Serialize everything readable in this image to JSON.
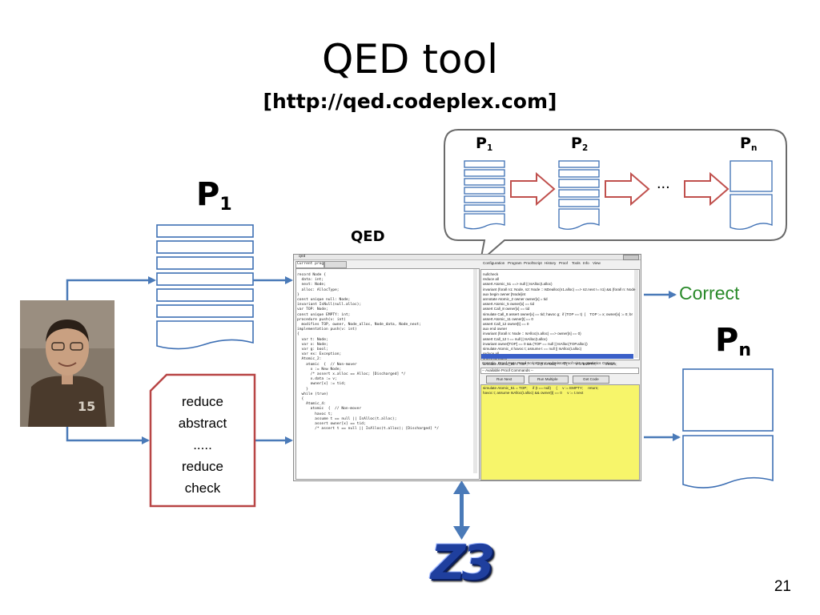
{
  "slide": {
    "title": "QED tool",
    "url": "[http://qed.codeplex.com]",
    "page_number": "21"
  },
  "diagram": {
    "p1_big": {
      "base": "P",
      "sub": "1"
    },
    "pn_big": {
      "base": "P",
      "sub": "n"
    },
    "qed_label": "QED",
    "correct_text": "Correct",
    "reduce_box_lines": [
      "reduce",
      "abstract",
      ".....",
      "reduce",
      "check"
    ],
    "bubble": {
      "labels": [
        {
          "base": "P",
          "sub": "1"
        },
        {
          "base": "P",
          "sub": "2"
        },
        {
          "base": "P",
          "sub": "n"
        }
      ],
      "ellipsis": "..."
    },
    "z3_logo": "Z3",
    "colors": {
      "doc_stroke": "#3d6fb4",
      "arrow_blue": "#4a7ab8",
      "arrow_red": "#c0504d",
      "box_red": "#b84545",
      "correct_green": "#2a8a2a",
      "yellow_panel": "#f7f56a"
    }
  },
  "qed_window": {
    "title": "qed",
    "tabs": [
      "Current program"
    ],
    "right_menu": [
      "Configuration",
      "Program",
      "ProofScript",
      "History",
      "Proof",
      "Tools",
      "Info",
      "View"
    ],
    "editor_lines": [
      "record Node {",
      "  data: int;",
      "  next: Node;",
      "  alloc: AllocType;",
      "}",
      "",
      "const unique null: Node;",
      "",
      "invariant IsNull(null.alloc);",
      "",
      "var TOP: Node;",
      "",
      "const unique EMPTY: int;",
      "",
      "procedure push(v: int)",
      "  modifies TOP, owner, Node_alloc, Node_data, Node_next;",
      "",
      "",
      "implementation push(v: int)",
      "{",
      "  var t: Node;",
      "  var x: Node;",
      "  var g: bool;",
      "  var ex: Exception;",
      "",
      "  Atomic_2:",
      "    atomic  {  // Non-mover",
      "      x := New Node;",
      "",
      "      /* assert x.alloc == Alloc; [Discharged] */",
      "      x.data := v;",
      "",
      "      owner[x] := tid;",
      "    }",
      "",
      "  while (true)",
      "  {",
      "    Atomic_4:",
      "      atomic  {  // Non-mover",
      "        havoc t;",
      "        assume t == null || IsAlloc(t.alloc);",
      "",
      "        assert owner[x] == tid;",
      "        /* assert t == null || IsAlloc(t.alloc); [Discharged] */"
    ],
    "proof_lines": [
      "nullcheck",
      "reduce all",
      "assert Atomic_51 ==> null || IsAlloc(t.alloc)",
      "invariant (forall n1: Node, n2: Node :: IsDealloc(n1.alloc) ==> n2.next != n1) && (forall n: Node",
      "aux begin owner [Node]int",
      "annotate Atomic_2 owner owner[x] = tid",
      "assert Atomic_5 owner[x] == tid",
      "assert Call_8 owner[x] == tid",
      "simulate Call_8 assert owner[x] == tid; havoc g;  if (TOP == t)  {    TOP := x; owner[x] := 0; br",
      "assert Atomic_11 owner[t] == 0",
      "assert Call_12 owner[t] == 0",
      "aux end owner",
      "invariant (forall n: Node :: IsAlloc(n.alloc) ==> owner[n] == 0)",
      "assert Call_12 t == null || IsAlloc(t.alloc)",
      "invariant owner[TOP] == 0 && (TOP == null || IsAlloc(TOP.alloc))",
      "simulate Atomic_4 havoc t; assume t == null || IsAlloc(t.alloc)",
      "reduce all",
      "check all block",
      "simulate Atomic_51 = TOP;          if (t == null)          {        v := EMPTY;          return;"
    ],
    "bottom_tabs": [
      "Console",
      "Proof State",
      "Proof Script",
      "Command History",
      "Proof History",
      "Statistics",
      "Options"
    ],
    "available_commands_placeholder": "-- Available Proof Commands --",
    "buttons": [
      "Run Next",
      "Run Multiple",
      "Get Code"
    ],
    "command_lines": [
      "simulate Atomic_51 = TOP;     if (t == null)     {     v := EMPTY;     return;",
      "havoc t; assume IsAlloc(t.alloc) && owner[t] == 0     v := t.next"
    ]
  }
}
